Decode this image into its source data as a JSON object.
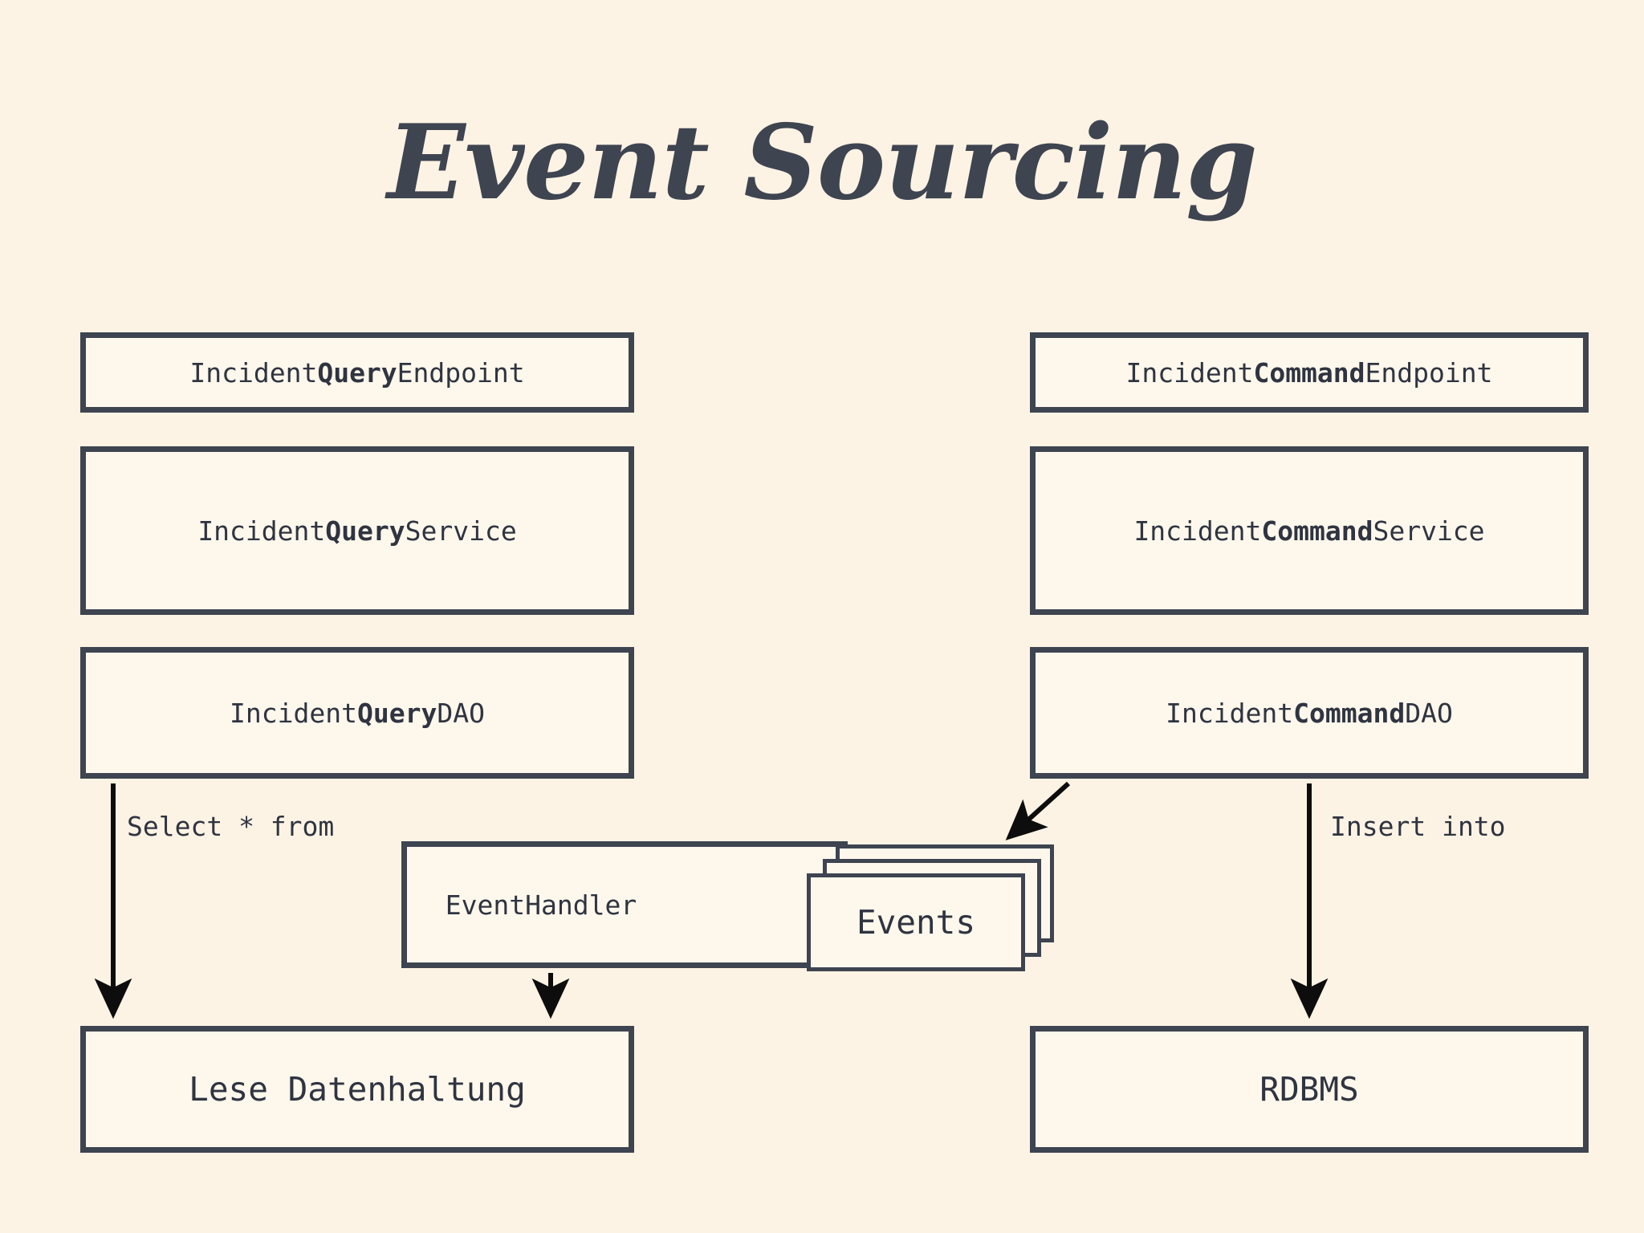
{
  "page": {
    "title": "Event Sourcing",
    "background_color": "#FDF3E4",
    "stroke_color": "#3E4450",
    "box_fill_color": "#FDF7EC",
    "text_color": "#2F3440",
    "arrow_color": "#0D0D0D"
  },
  "left_column": {
    "endpoint": {
      "prefix": "Incident",
      "emphasis": "Query",
      "suffix": "Endpoint"
    },
    "service": {
      "prefix": "Incident",
      "emphasis": "Query",
      "suffix": "Service"
    },
    "dao": {
      "prefix": "Incident",
      "emphasis": "Query",
      "suffix": "DAO"
    },
    "store": {
      "label": "Lese Datenhaltung"
    }
  },
  "right_column": {
    "endpoint": {
      "prefix": "Incident",
      "emphasis": "Command",
      "suffix": "Endpoint"
    },
    "service": {
      "prefix": "Incident",
      "emphasis": "Command",
      "suffix": "Service"
    },
    "dao": {
      "prefix": "Incident",
      "emphasis": "Command",
      "suffix": "DAO"
    },
    "store": {
      "label": "RDBMS"
    }
  },
  "middle": {
    "event_handler": {
      "label": "EventHandler"
    },
    "events_stack": {
      "label": "Events",
      "card_count": 3
    }
  },
  "edges": {
    "read": {
      "label": "Select * from",
      "direction": "down"
    },
    "write": {
      "label": "Insert into",
      "direction": "down"
    },
    "publish": {
      "label": "",
      "direction": "down-left"
    },
    "project": {
      "label": "",
      "direction": "down"
    }
  }
}
